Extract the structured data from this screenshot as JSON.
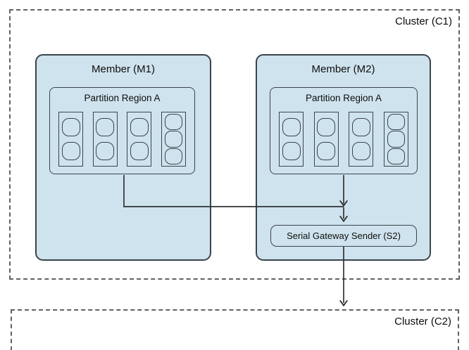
{
  "clusters": {
    "c1": {
      "label": "Cluster (C1)"
    },
    "c2": {
      "label": "Cluster (C2)"
    }
  },
  "members": [
    {
      "id": "M1",
      "label": "Member (M1)",
      "partition": {
        "label": "Partition Region A",
        "buckets": [
          2,
          2,
          2,
          3
        ]
      }
    },
    {
      "id": "M2",
      "label": "Member (M2)",
      "partition": {
        "label": "Partition Region A",
        "buckets": [
          2,
          2,
          2,
          3
        ]
      }
    }
  ],
  "serial_gateway_sender": {
    "label": "Serial Gateway Sender (S2)"
  },
  "colors": {
    "box_fill": "#cfe3ee",
    "box_border": "#3a444a",
    "dashed_border": "#5e6366",
    "connector_line": "#2f3335"
  }
}
